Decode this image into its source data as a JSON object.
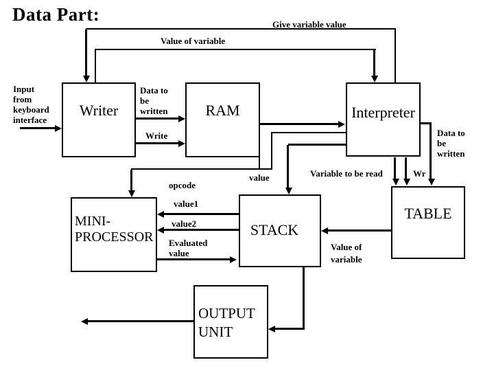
{
  "title": "Data Part:",
  "boxes": {
    "writer": "Writer",
    "ram": "RAM",
    "interpreter": "Interpreter",
    "mini_processor": "MINI-\nPROCESSOR",
    "stack": "STACK",
    "table": "TABLE",
    "output_unit": "OUTPUT\nUNIT"
  },
  "labels": {
    "give_variable_value": "Give variable value",
    "value_of_variable_top": "Value of variable",
    "input_from_keyboard": "Input\nfrom\nkeyboard\ninterface",
    "data_to_be_written_left": "Data to\nbe\nwritten",
    "write": "Write",
    "opcode": "opcode",
    "value": "value",
    "variable_to_be_read": "Variable to be read",
    "wr": "Wr",
    "data_to_be_written_right": "Data to\nbe\nwritten",
    "value1": "value1",
    "value2": "value2",
    "evaluated_value": "Evaluated\nvalue",
    "value_of_variable_bottom": "Value of\nvariable"
  },
  "colors": {
    "line": "#000000",
    "background": "#ffffff",
    "text": "#000000"
  }
}
